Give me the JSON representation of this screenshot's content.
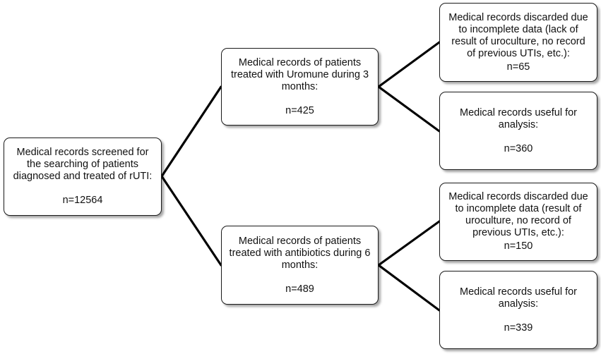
{
  "root": {
    "text": "Medical records screened for\nthe  searching of patients\ndiagnosed and treated of rUTI:",
    "count": "n=12564"
  },
  "branches": [
    {
      "text": "Medical records of patients\ntreated with Uromune during 3\nmonths:",
      "count": "n=425",
      "discarded": {
        "text": "Medical records discarded due\nto incomplete data (lack of\nresult of uroculture,  no record\nof previous UTIs, etc.):",
        "count": "n=65"
      },
      "useful": {
        "text": "Medical records useful for\nanalysis:",
        "count": "n=360"
      }
    },
    {
      "text": "Medical records of patients\ntreated with antibiotics during 6\nmonths:",
      "count": "n=489",
      "discarded": {
        "text": "Medical records discarded due\nto incomplete data (result of\nuroculture, no record of\nprevious UTIs, etc.):",
        "count": "n=150"
      },
      "useful": {
        "text": "Medical records useful for\nanalysis:",
        "count": "n=339"
      }
    }
  ]
}
